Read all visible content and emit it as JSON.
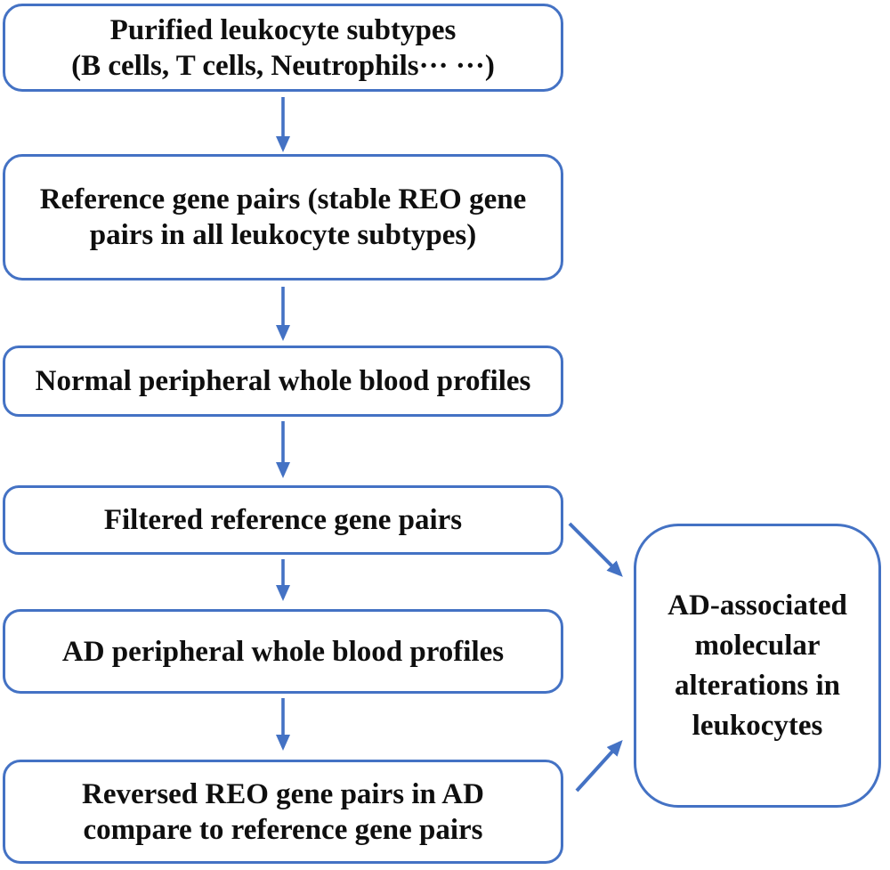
{
  "colors": {
    "accent_blue": "#4472C4",
    "text": "#0f0f0f",
    "background": "#ffffff"
  },
  "flow": {
    "boxes": [
      {
        "id": "purified-leukocyte-subtypes",
        "label": "Purified leukocyte subtypes\n(B cells, T cells, Neutrophils··· ···)"
      },
      {
        "id": "reference-gene-pairs",
        "label": "Reference gene pairs (stable REO gene\npairs in all leukocyte subtypes)"
      },
      {
        "id": "normal-whole-blood-profiles",
        "label": "Normal peripheral whole blood profiles"
      },
      {
        "id": "filtered-reference-gene-pairs",
        "label": "Filtered reference gene pairs"
      },
      {
        "id": "ad-whole-blood-profiles",
        "label": "AD peripheral whole blood profiles"
      },
      {
        "id": "reversed-reo-gene-pairs",
        "label": "Reversed REO gene pairs in AD\ncompare to reference gene pairs"
      }
    ],
    "result_box": {
      "id": "ad-associated-alterations",
      "label": "AD-associated\nmolecular\nalterations in\nleukocytes"
    },
    "connections": [
      {
        "from": "purified-leukocyte-subtypes",
        "to": "reference-gene-pairs",
        "type": "down-arrow"
      },
      {
        "from": "reference-gene-pairs",
        "to": "normal-whole-blood-profiles",
        "type": "down-arrow"
      },
      {
        "from": "normal-whole-blood-profiles",
        "to": "filtered-reference-gene-pairs",
        "type": "down-arrow"
      },
      {
        "from": "filtered-reference-gene-pairs",
        "to": "ad-whole-blood-profiles",
        "type": "down-arrow"
      },
      {
        "from": "ad-whole-blood-profiles",
        "to": "reversed-reo-gene-pairs",
        "type": "down-arrow"
      },
      {
        "from": "filtered-reference-gene-pairs",
        "to": "ad-associated-alterations",
        "type": "diagonal-arrow"
      },
      {
        "from": "reversed-reo-gene-pairs",
        "to": "ad-associated-alterations",
        "type": "diagonal-arrow"
      }
    ]
  }
}
